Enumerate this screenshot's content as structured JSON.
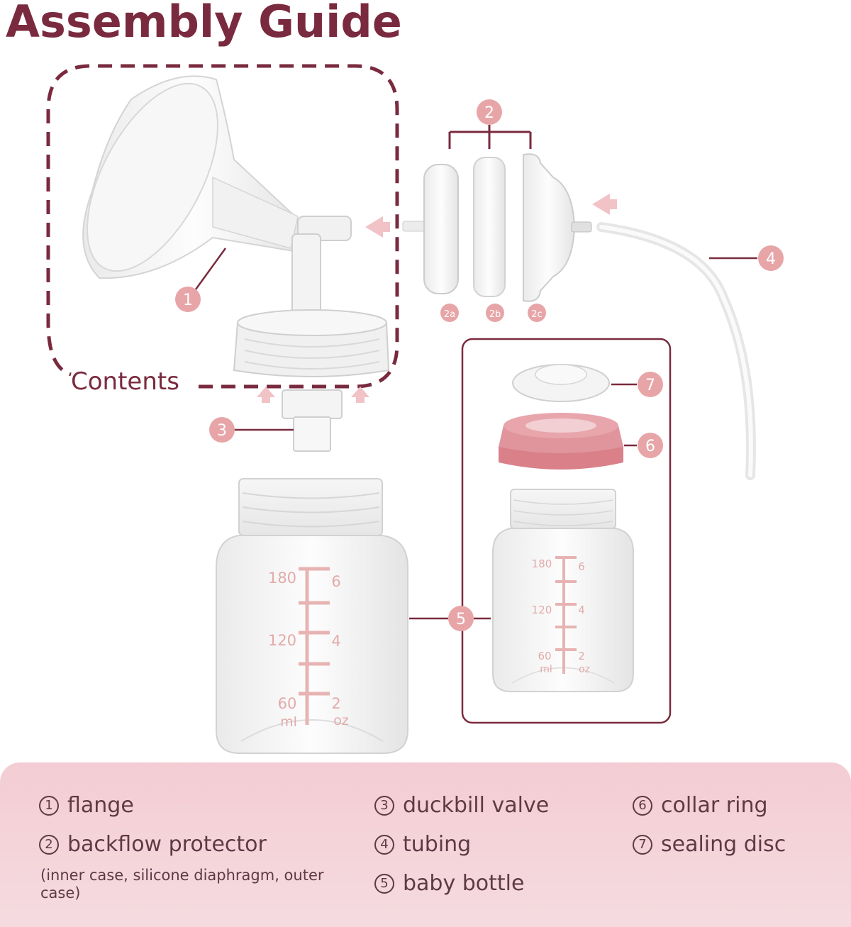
{
  "title": "Assembly Guide",
  "contents_label": "Contents",
  "callouts": {
    "c1": "1",
    "c2": "2",
    "c2a": "2a",
    "c2b": "2b",
    "c2c": "2c",
    "c3": "3",
    "c4": "4",
    "c5": "5",
    "c6": "6",
    "c7": "7"
  },
  "bottle_large": {
    "ml": [
      "180",
      "120",
      "60"
    ],
    "oz": [
      "6",
      "4",
      "2"
    ],
    "ml_unit": "ml",
    "oz_unit": "oz"
  },
  "bottle_small": {
    "ml": [
      "180",
      "120",
      "60"
    ],
    "oz": [
      "6",
      "4",
      "2"
    ],
    "ml_unit": "ml",
    "oz_unit": "oz"
  },
  "legend": {
    "items": [
      {
        "num": "1",
        "label": "flange"
      },
      {
        "num": "2",
        "label": "backflow protector"
      },
      {
        "num": "3",
        "label": "duckbill valve"
      },
      {
        "num": "4",
        "label": "tubing"
      },
      {
        "num": "5",
        "label": "baby bottle"
      },
      {
        "num": "6",
        "label": "collar ring"
      },
      {
        "num": "7",
        "label": "sealing disc"
      }
    ],
    "note": "(inner case, silicone diaphragm, outer case)"
  },
  "colors": {
    "brand": "#7a2a3e",
    "badge": "#e7a5a8",
    "collar": "#d98089",
    "legend_bg": "#f3cdd3"
  }
}
